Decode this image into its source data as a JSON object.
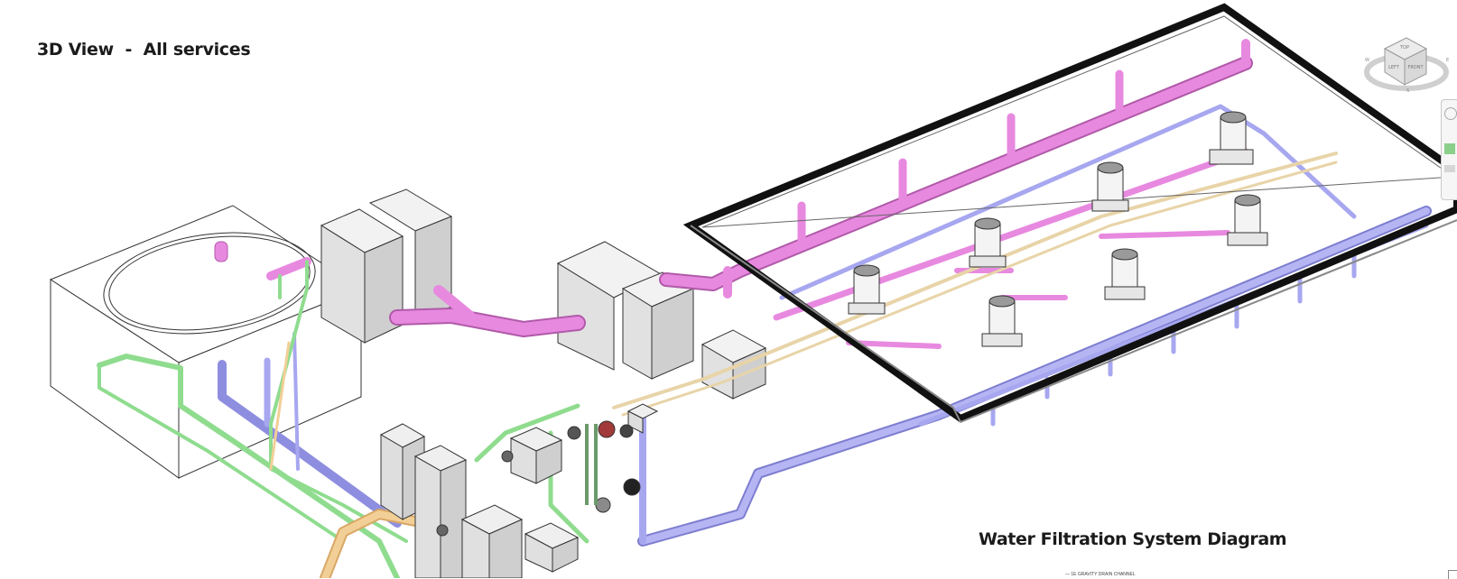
{
  "view": {
    "title": "3D View  -  All services",
    "diagram_title": "Water Filtration System Diagram",
    "diagram_small_label": "— 1E GRAVITY DRAIN CHANNEL"
  },
  "viewcube": {
    "top_label": "TOP",
    "left_label": "LEFT",
    "front_label": "FRONT",
    "compass_e": "E",
    "compass_s": "S",
    "compass_w": "W"
  },
  "service_colors": {
    "drainage": "#e889e0",
    "water_supply": "#a7a7f0",
    "filtration": "#8fdc8f",
    "chemical": "#f2cf96",
    "equipment": "#d9d9d9",
    "frame": "#111111"
  },
  "icons": [
    "viewcube-icon",
    "navigation-bar-icon",
    "steering-wheel-icon",
    "zoom-icon"
  ]
}
